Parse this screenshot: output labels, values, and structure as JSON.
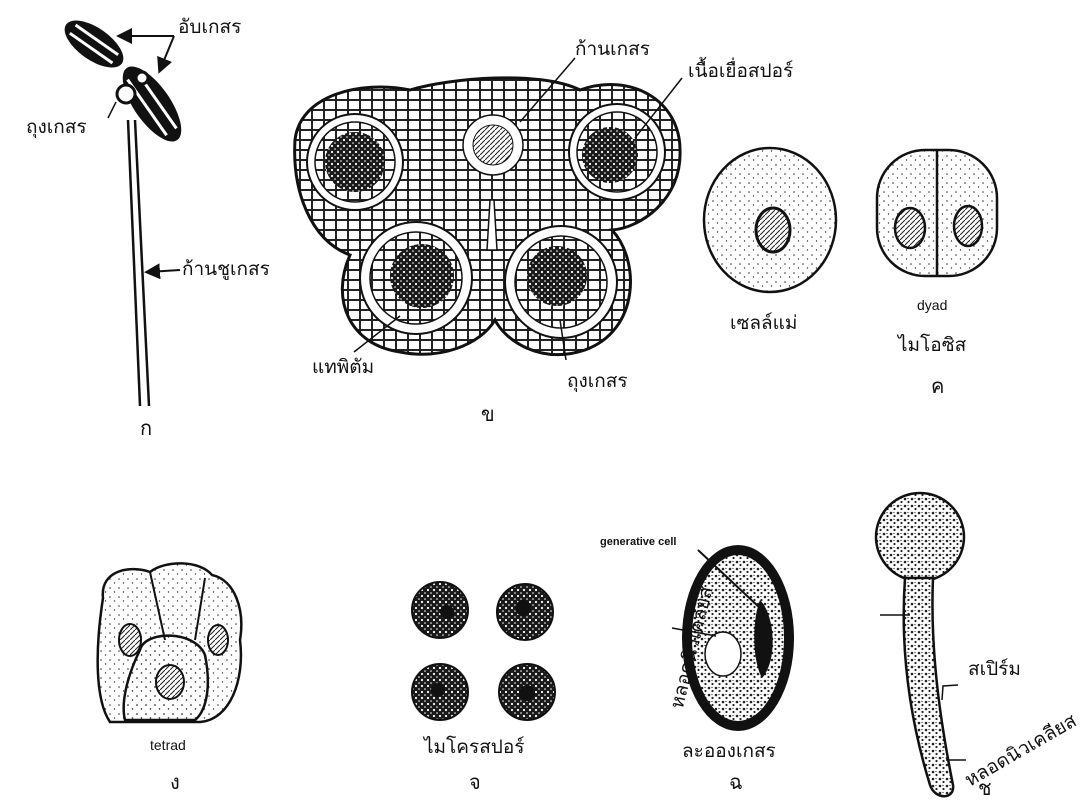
{
  "labels": {
    "anther": "อับเกสร",
    "pollen_sac_a": "ถุงเกสร",
    "filament": "ก้านชูเกสร",
    "panel_a": "ก",
    "connective": "ก้านเกสร",
    "sporogenous_tissue": "เนื้อเยื่อสปอร์",
    "tapetum": "แทพิตัม",
    "pollen_sac_b": "ถุงเกสร",
    "panel_b": "ข",
    "mother_cell": "เซลล์แม่",
    "dyad": "dyad",
    "meiosis": "ไมโอซิส",
    "panel_c": "ค",
    "tetrad": "tetrad",
    "panel_d": "ง",
    "microspore": "ไมโครสปอร์",
    "panel_e": "จ",
    "generative_cell": "generative cell",
    "tube_nucleus_f": "หลอดนิวเคลียส",
    "pollen_grain": "ละอองเกสร",
    "panel_f": "ฉ",
    "sperm": "สเปิร์ม",
    "tube_nucleus_g": "หลอดนิวเคลียส",
    "panel_g": "ช"
  }
}
